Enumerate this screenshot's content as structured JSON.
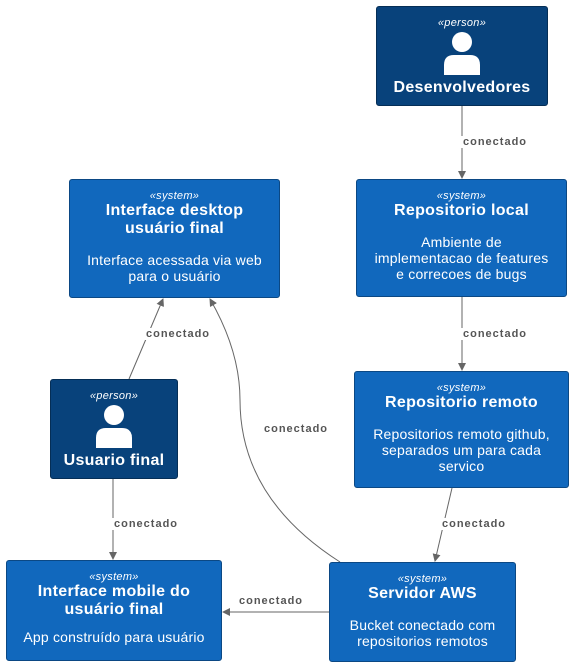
{
  "nodes": {
    "desenvolvedores": {
      "stereotype": "«person»",
      "title": "Desenvolvedores"
    },
    "desktop": {
      "stereotype": "«system»",
      "title_line1": "Interface desktop",
      "title_line2": "usuário final",
      "desc_line1": "Interface acessada via web",
      "desc_line2": "para o usuário"
    },
    "repo_local": {
      "stereotype": "«system»",
      "title": "Repositorio local",
      "desc_line1": "Ambiente de",
      "desc_line2": "implementacao de features",
      "desc_line3": "e correcoes de bugs"
    },
    "usuario_final": {
      "stereotype": "«person»",
      "title": "Usuario final"
    },
    "repo_remoto": {
      "stereotype": "«system»",
      "title": "Repositorio remoto",
      "desc_line1": "Repositorios remoto github,",
      "desc_line2": "separados um para cada",
      "desc_line3": "servico"
    },
    "mobile": {
      "stereotype": "«system»",
      "title_line1": "Interface mobile do",
      "title_line2": "usuário final",
      "desc_line1": "App construído para usuário"
    },
    "servidor": {
      "stereotype": "«system»",
      "title": "Servidor AWS",
      "desc_line1": "Bucket conectado com",
      "desc_line2": "repositorios remotos"
    }
  },
  "edges": {
    "dev_to_local": "conectado",
    "usuario_to_desktop": "conectado",
    "local_to_remoto": "conectado",
    "servidor_to_desktop": "conectado",
    "remoto_to_servidor": "conectado",
    "usuario_to_mobile": "conectado",
    "servidor_to_mobile": "conectado"
  }
}
